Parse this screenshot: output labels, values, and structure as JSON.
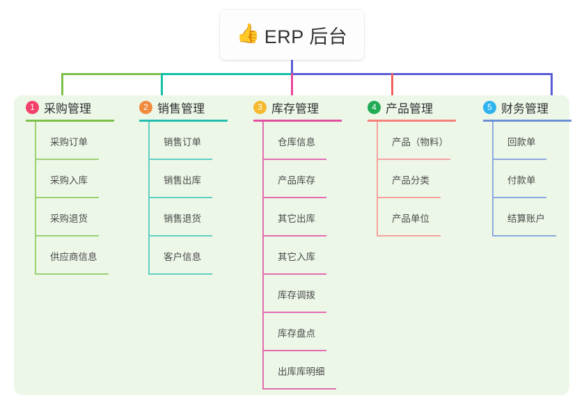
{
  "root": {
    "icon": "thumbs-up-icon",
    "emoji": "👍",
    "title": "ERP 后台"
  },
  "colors": {
    "page_background": "#ffffff",
    "panel_background": "#edf7e8",
    "root_stem": "#5b5bd6",
    "bar_green": "#7cc04a",
    "bar_teal": "#12bfa6",
    "bar_purple": "#5b5bd6"
  },
  "columns": [
    {
      "number": "1",
      "title": "采购管理",
      "badge_color": "#f2416b",
      "line_color": "#7cc04a",
      "items": [
        {
          "label": "采购订单"
        },
        {
          "label": "采购入库"
        },
        {
          "label": "采购退货"
        },
        {
          "label": "供应商信息"
        }
      ]
    },
    {
      "number": "2",
      "title": "销售管理",
      "badge_color": "#f08a3c",
      "line_color": "#23bfae",
      "items": [
        {
          "label": "销售订单"
        },
        {
          "label": "销售出库"
        },
        {
          "label": "销售退货"
        },
        {
          "label": "客户信息"
        }
      ]
    },
    {
      "number": "3",
      "title": "库存管理",
      "badge_color": "#f5b92e",
      "line_color": "#e0509f",
      "items": [
        {
          "label": "仓库信息"
        },
        {
          "label": "产品库存"
        },
        {
          "label": "其它出库"
        },
        {
          "label": "其它入库"
        },
        {
          "label": "库存调拨"
        },
        {
          "label": "库存盘点"
        },
        {
          "label": "出库库明细"
        }
      ]
    },
    {
      "number": "4",
      "title": "产品管理",
      "badge_color": "#22ab55",
      "line_color": "#f4807c",
      "items": [
        {
          "label": "产品（物料）"
        },
        {
          "label": "产品分类"
        },
        {
          "label": "产品单位"
        }
      ]
    },
    {
      "number": "5",
      "title": "财务管理",
      "badge_color": "#2eb3ef",
      "line_color": "#6b8fd4",
      "items": [
        {
          "label": "回款单"
        },
        {
          "label": "付款单"
        },
        {
          "label": "结算账户"
        }
      ]
    }
  ]
}
